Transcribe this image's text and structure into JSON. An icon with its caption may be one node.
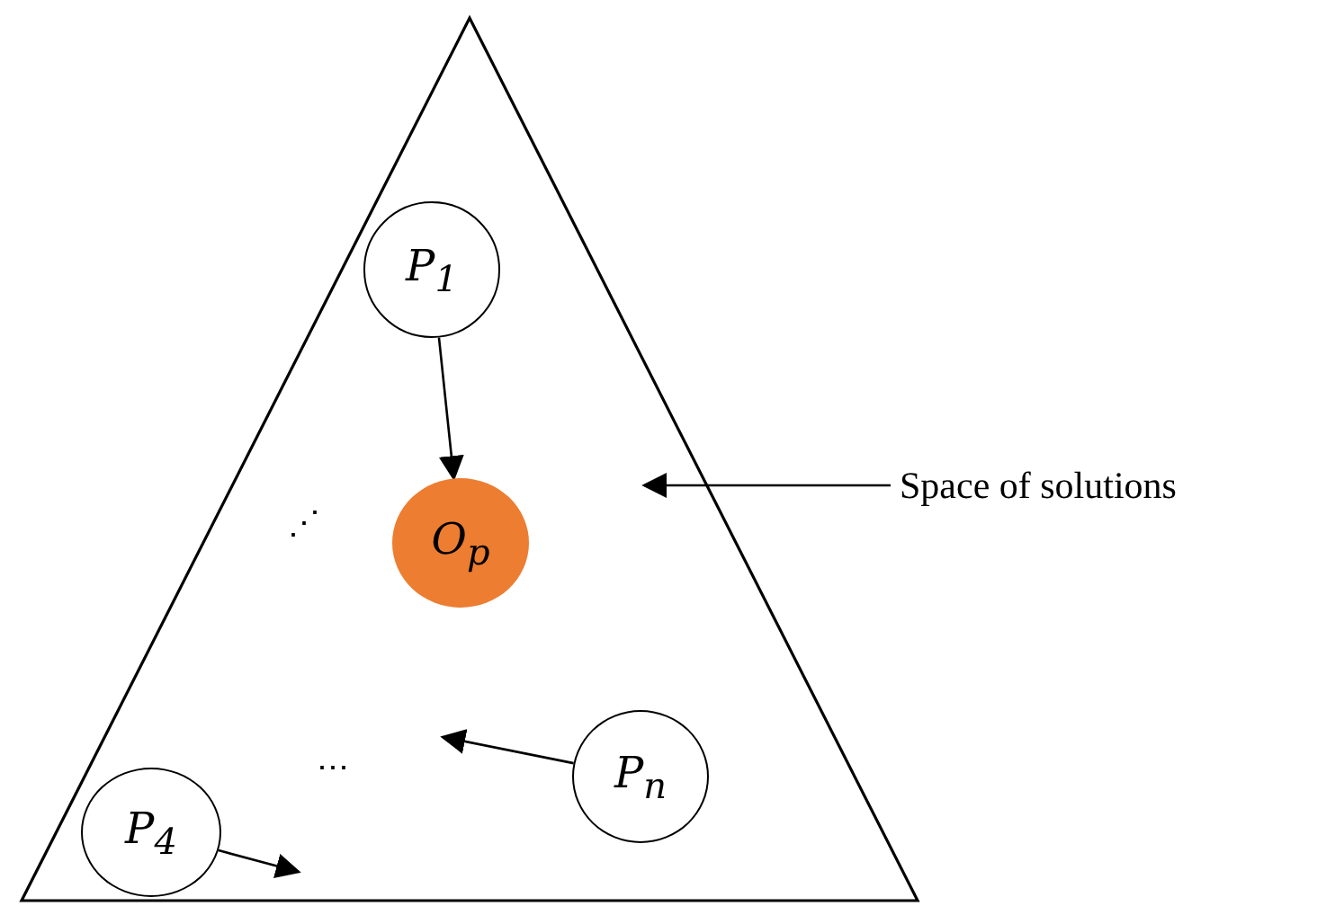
{
  "diagram": {
    "nodes": [
      {
        "text": [],
        "shape": "triangle"
      },
      {
        "text": [
          "P$_{1}$"
        ],
        "in": 0
      },
      {
        "text": [
          "O$_{p}$"
        ],
        "in": 0
      },
      {
        "text": [
          "P$_{n}$"
        ],
        "in": 0
      },
      {
        "text": [
          "P$_{4}$"
        ],
        "in": 0
      },
      {
        "text": [
          "Space of solutions"
        ]
      }
    ],
    "edges": [
      {
        "from": 1,
        "to": 2,
        "arrow": "to"
      },
      {
        "from": 3,
        "to": null,
        "arrow": "to"
      },
      {
        "from": 4,
        "to": 0,
        "arrow": "to"
      },
      {
        "from": 5,
        "to": 0,
        "arrow": "to"
      }
    ],
    "labels": [
      "⋰",
      "⋯"
    ]
  }
}
